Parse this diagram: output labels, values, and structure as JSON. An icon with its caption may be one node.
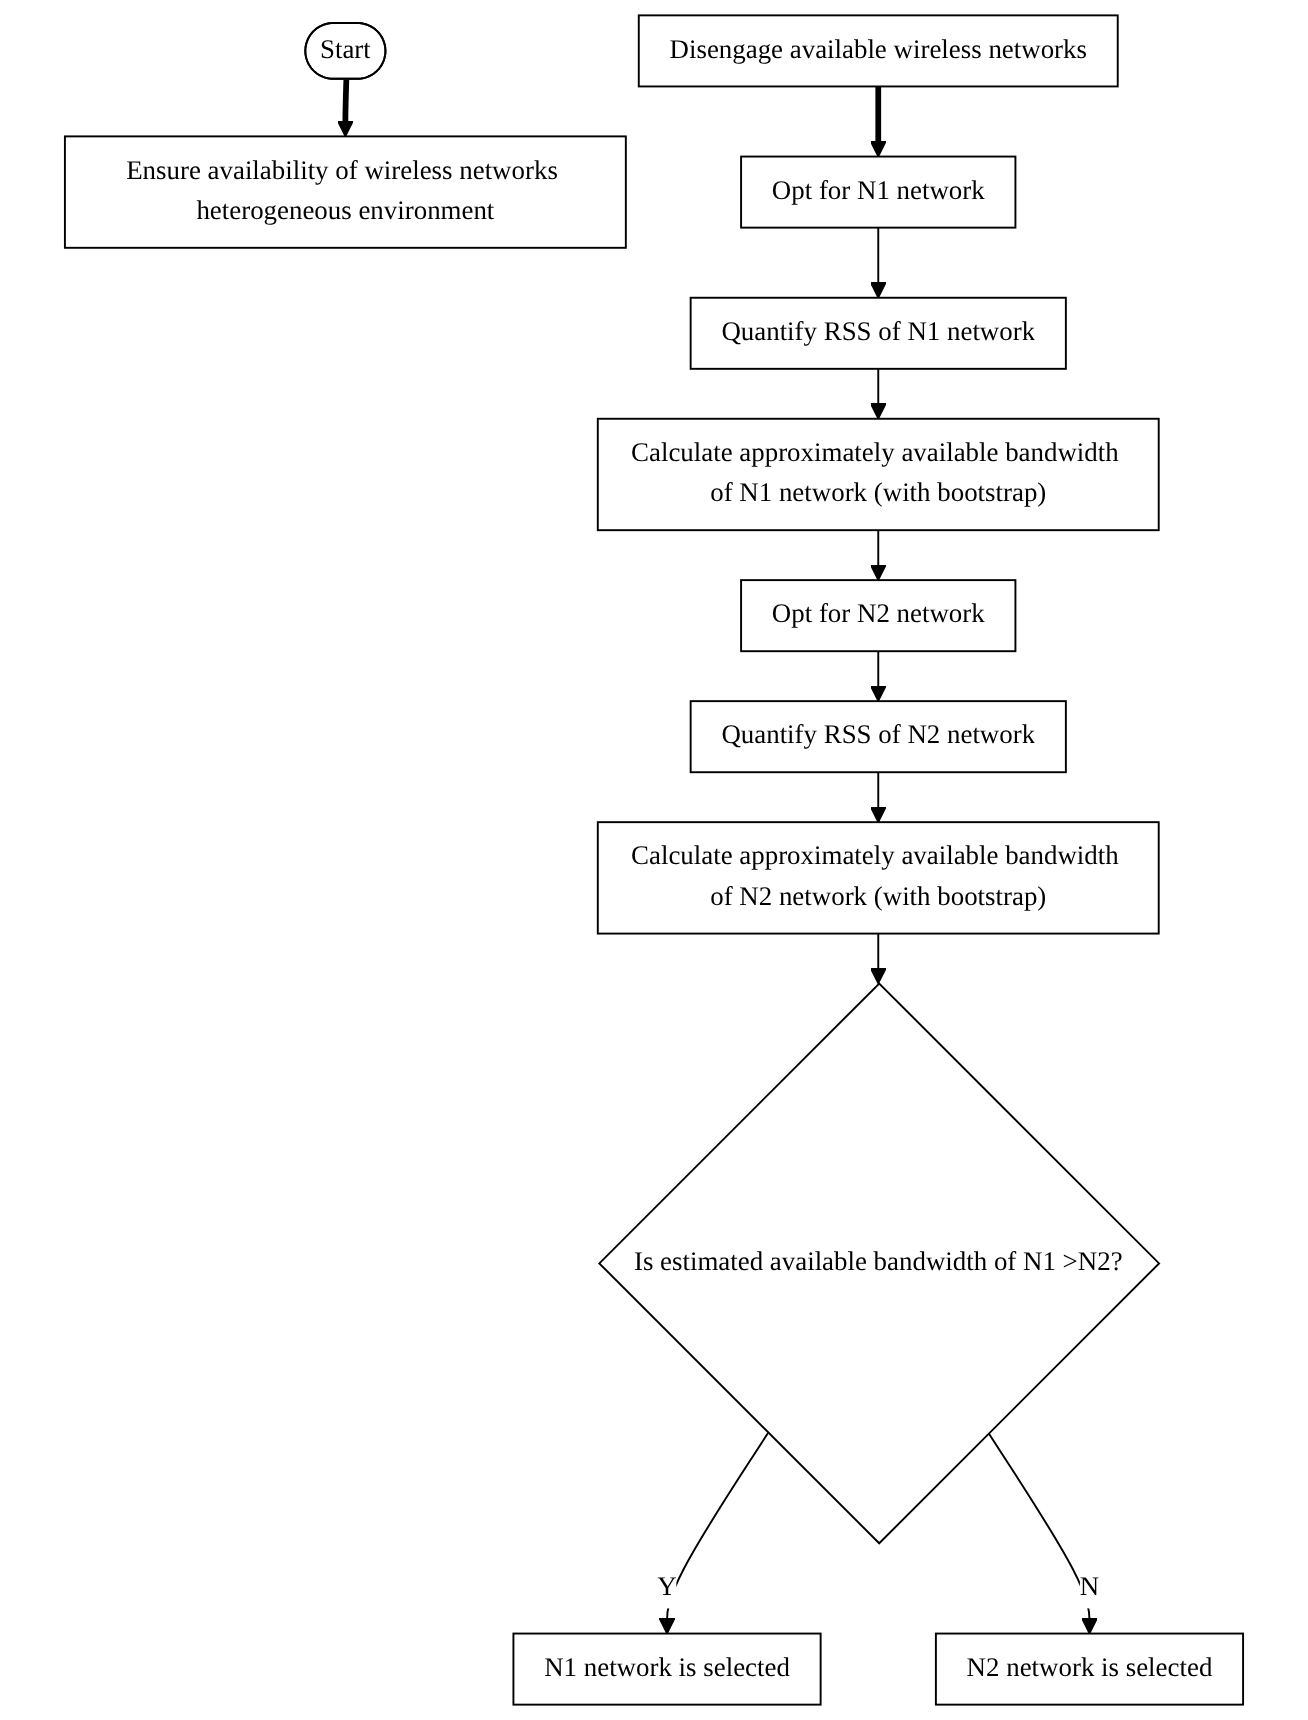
{
  "diagram": {
    "nodes": [
      {
        "text": [
          "Start"
        ]
      },
      {
        "text": [
          "Ensure availability of wireless networks heterogeneous environment"
        ]
      },
      {
        "text": [
          "Disengage available wireless networks"
        ]
      },
      {
        "text": [
          "Opt for N1 network"
        ]
      },
      {
        "text": [
          "Quantify RSS of N1 network"
        ]
      },
      {
        "text": [
          "Calculate approximately available bandwidth of N1 network (with bootstrap)"
        ]
      },
      {
        "text": [
          "Opt for N2 network"
        ]
      },
      {
        "text": [
          "Quantify RSS of N2 network"
        ]
      },
      {
        "text": [
          "Calculate approximately available bandwidth of N2 network (with bootstrap)"
        ]
      },
      {
        "text": [
          "Is estimated available bandwidth of N1 >N2?"
        ]
      },
      {
        "text": [
          "N1 network is selected"
        ]
      },
      {
        "text": [
          "N2 network is selected"
        ]
      }
    ],
    "edges": [
      {
        "from": 0,
        "to": 1,
        "arrow": "to",
        "style": "thick"
      },
      {
        "from": 2,
        "to": 3,
        "arrow": "to",
        "style": "thick"
      },
      {
        "from": 3,
        "to": 4,
        "arrow": "to"
      },
      {
        "from": 4,
        "to": 5,
        "arrow": "to"
      },
      {
        "from": 5,
        "to": 6,
        "arrow": "to"
      },
      {
        "from": 6,
        "to": 7,
        "arrow": "to"
      },
      {
        "from": 7,
        "to": 8,
        "arrow": "to"
      },
      {
        "from": 8,
        "to": 9,
        "arrow": "to"
      },
      {
        "from": 9,
        "to": 10,
        "label": "Y",
        "arrow": "to"
      },
      {
        "from": 9,
        "to": 11,
        "label": "N",
        "arrow": "to"
      }
    ]
  }
}
